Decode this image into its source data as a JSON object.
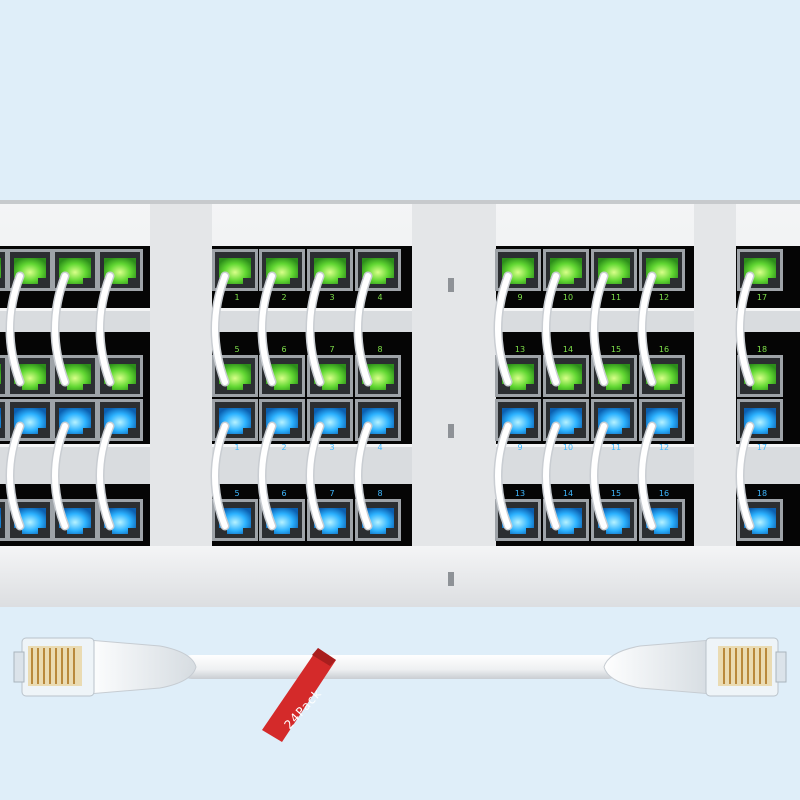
{
  "colors": {
    "background": "#dfeef9",
    "panel": "#ebecee",
    "panel_dark": "#000000",
    "port_frame": "#a9adb2",
    "green_led": "#6fe33a",
    "blue_led": "#2fb4ff",
    "cable": "#f5f6f7",
    "tag": "#d42a2a"
  },
  "tag": {
    "label": "24Pack"
  },
  "panel_top": {
    "row1_labels": [
      "1",
      "2",
      "3",
      "4",
      "9",
      "10",
      "11",
      "12",
      "17"
    ],
    "row2_labels": [
      "5",
      "6",
      "7",
      "8",
      "13",
      "14",
      "15",
      "16",
      "18"
    ]
  },
  "panel_bottom": {
    "row1_labels": [
      "1",
      "2",
      "3",
      "4",
      "9",
      "10",
      "11",
      "12",
      "17"
    ],
    "row2_labels": [
      "5",
      "6",
      "7",
      "8",
      "13",
      "14",
      "15",
      "16",
      "18"
    ]
  }
}
